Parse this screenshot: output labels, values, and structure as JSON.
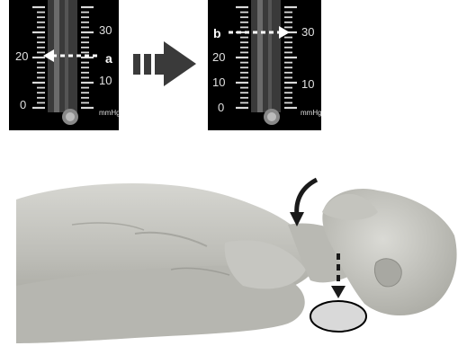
{
  "gauge_left": {
    "scale_left": [
      "20",
      "0"
    ],
    "scale_right": [
      "30",
      "10"
    ],
    "unit": "mmHg",
    "marker_label": "a",
    "marker_value": 20
  },
  "gauge_right": {
    "scale_left": [
      "20",
      "10",
      "0"
    ],
    "scale_right": [
      "30",
      "10"
    ],
    "unit": "mmHg",
    "marker_label": "b",
    "marker_value": 30
  },
  "colors": {
    "panel": "#000000",
    "tick": "#d9d9d9",
    "arrow": "#3a3a3a",
    "body": "#c9c9c4",
    "pressure_pad": "#d9d9d9"
  },
  "icons": {
    "transition": "block-arrow-right-icon",
    "rotation": "curved-arrow-icon",
    "downward": "dashed-arrow-down-icon"
  }
}
